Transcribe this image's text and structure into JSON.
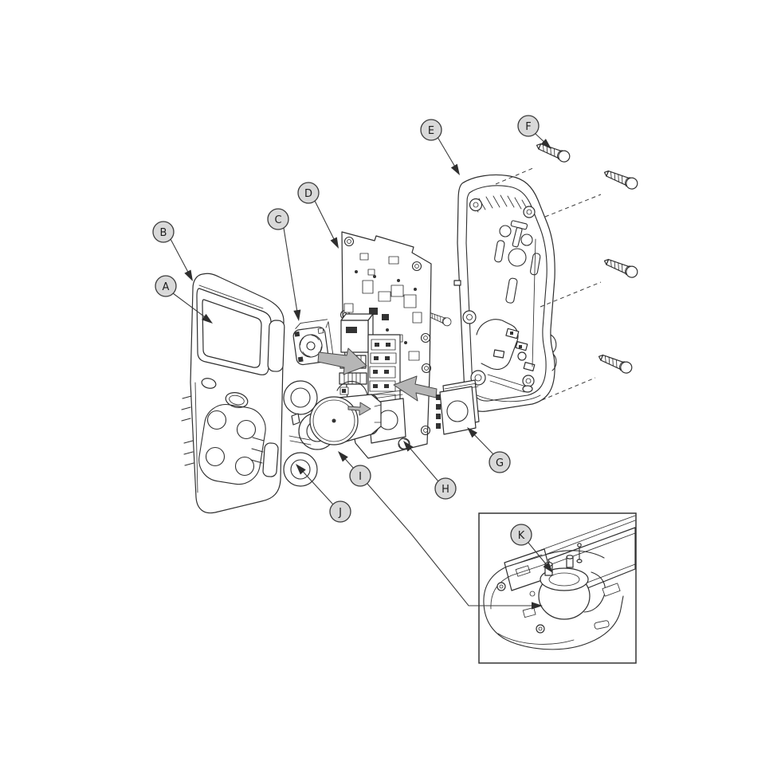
{
  "callouts": [
    {
      "letter": "A"
    },
    {
      "letter": "B"
    },
    {
      "letter": "C"
    },
    {
      "letter": "D"
    },
    {
      "letter": "E"
    },
    {
      "letter": "F"
    },
    {
      "letter": "G"
    },
    {
      "letter": "H"
    },
    {
      "letter": "I"
    },
    {
      "letter": "J"
    },
    {
      "letter": "K"
    }
  ],
  "colors": {
    "background": "#ffffff",
    "line_art": "#2e2e2e",
    "callout_fill": "#d9d9d9",
    "insertion_arrow_fill": "#b6b6b6"
  }
}
